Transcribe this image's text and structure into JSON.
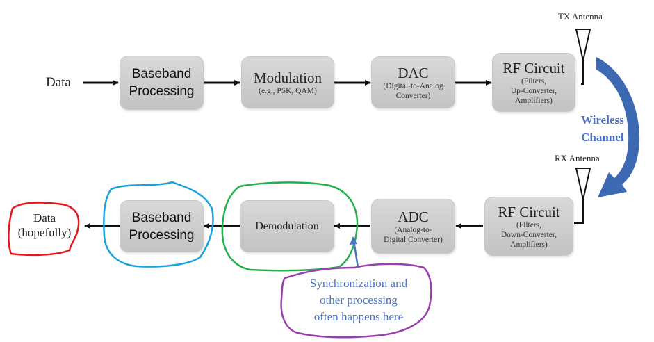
{
  "diagram": {
    "title": "Wireless communication transmit/receive chain",
    "colors": {
      "block_fill": "#cfcfcf",
      "arrow": "#111111",
      "channel_arrow": "#3d69b3",
      "channel_text": "#4a72c4",
      "note_text": "#4a72c4",
      "circle_data": "#e8161b",
      "circle_baseband": "#1aa0e0",
      "circle_demod": "#22b04b",
      "circle_note": "#9b3fae",
      "note_pointer": "#4a72c4"
    },
    "transmitter": {
      "input_label": "Data",
      "blocks": [
        {
          "title": "Baseband",
          "title2": "Processing",
          "subtitle": ""
        },
        {
          "title": "Modulation",
          "subtitle": "(e.g., PSK, QAM)"
        },
        {
          "title": "DAC",
          "subtitle": "(Digital-to-Analog",
          "subtitle2": "Converter)"
        },
        {
          "title": "RF Circuit",
          "subtitle": "(Filters,",
          "subtitle2": "Up-Converter,",
          "subtitle3": "Amplifiers)"
        }
      ],
      "antenna_label": "TX Antenna"
    },
    "channel": {
      "label_line1": "Wireless",
      "label_line2": "Channel"
    },
    "receiver": {
      "antenna_label": "RX Antenna",
      "blocks": [
        {
          "title": "RF Circuit",
          "subtitle": "(Filters,",
          "subtitle2": "Down-Converter,",
          "subtitle3": "Amplifiers)"
        },
        {
          "title": "ADC",
          "subtitle": "(Analog-to-",
          "subtitle2": "Digital Converter)"
        },
        {
          "title": "Demodulation"
        },
        {
          "title": "Baseband",
          "title2": "Processing"
        }
      ],
      "output_label_line1": "Data",
      "output_label_line2": "(hopefully)"
    },
    "annotation": {
      "line1": "Synchronization and",
      "line2": "other processing",
      "line3": "often happens here"
    }
  }
}
